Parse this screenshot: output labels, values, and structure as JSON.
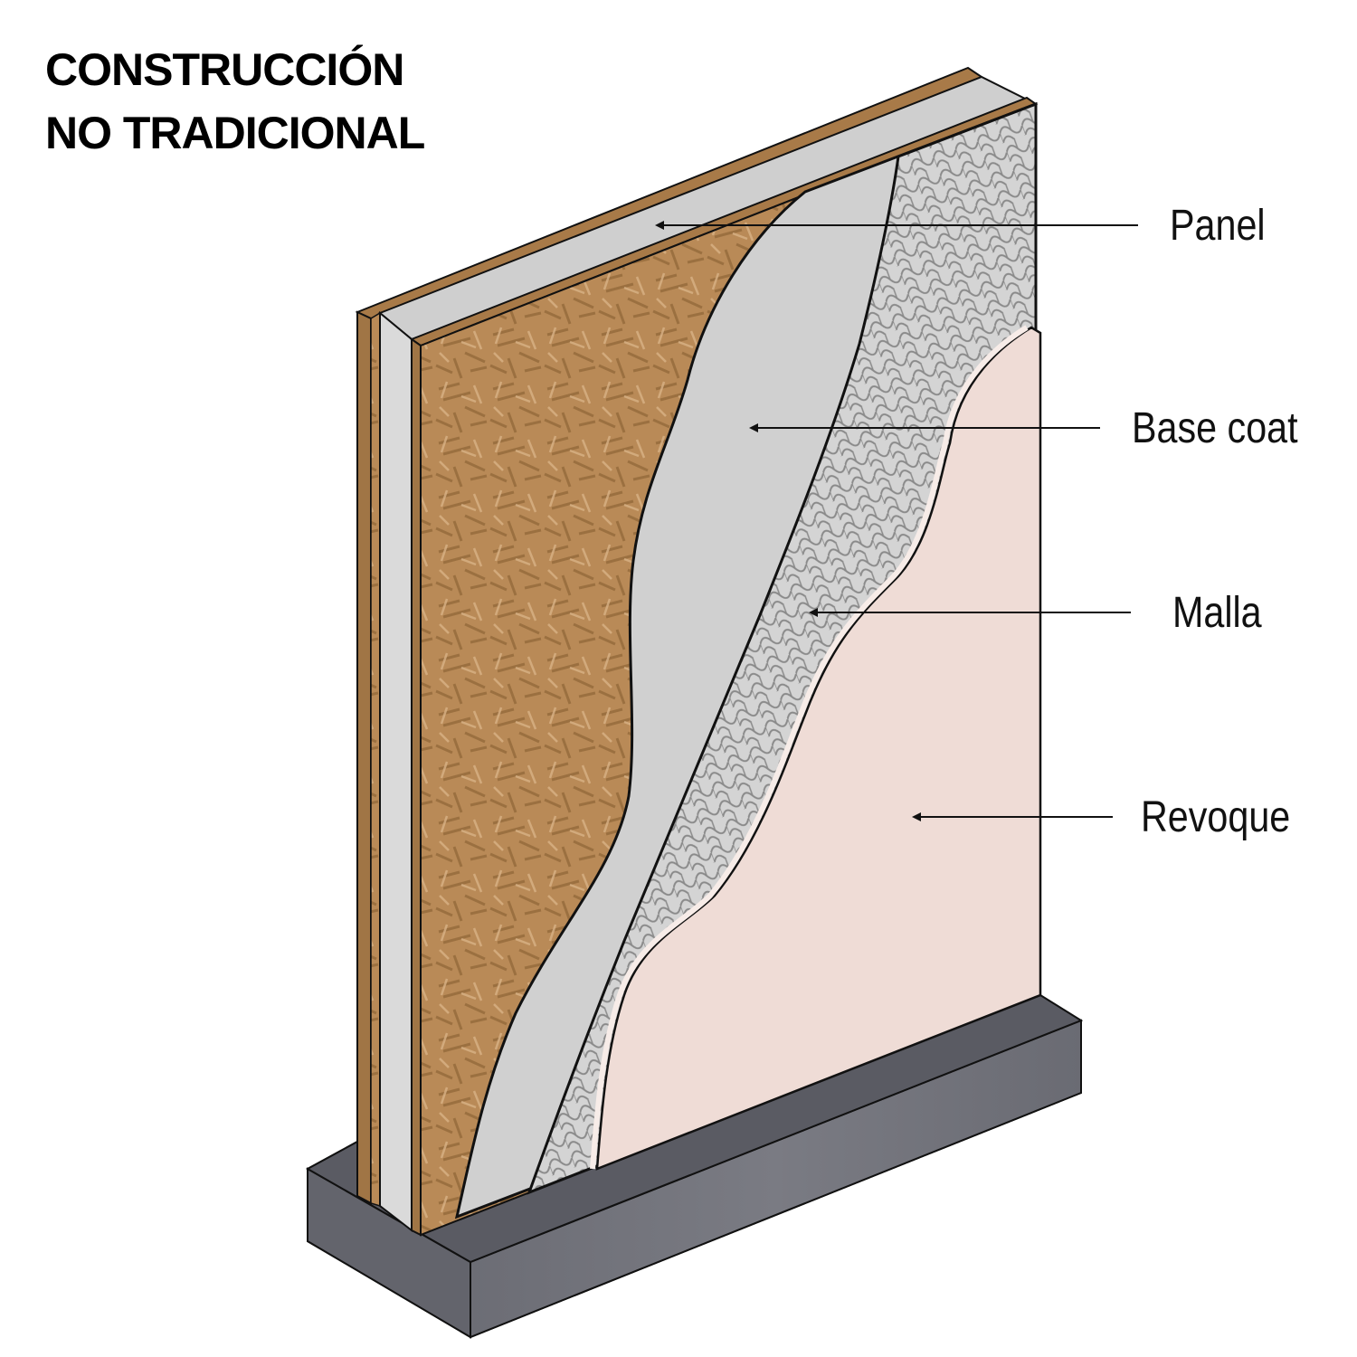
{
  "title": {
    "line1": "CONSTRUCCIÓN",
    "line2": "NO TRADICIONAL"
  },
  "layers": [
    {
      "id": "panel",
      "label": "Panel"
    },
    {
      "id": "base-coat",
      "label": "Base coat"
    },
    {
      "id": "malla",
      "label": "Malla"
    },
    {
      "id": "revoque",
      "label": "Revoque"
    }
  ],
  "colors": {
    "osb": "#b98a57",
    "osb_dark": "#8f6536",
    "core": "#d3d3d3",
    "base_coat": "#d0d0d0",
    "mesh_bg": "#d4d4d4",
    "mesh_line": "#8a8a8a",
    "revoque": "#efdcd6",
    "concrete": "#6f7078",
    "concrete_top": "#5d5e66",
    "outline": "#111111"
  }
}
